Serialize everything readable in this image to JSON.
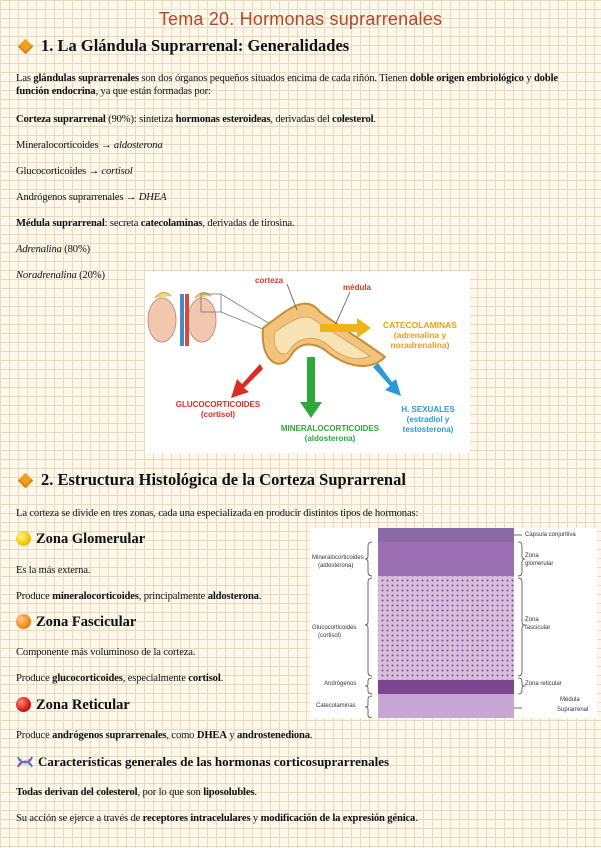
{
  "title": "Tema 20. Hormonas suprarrenales",
  "section1": {
    "heading": "1. La Glándula Suprarrenal: Generalidades",
    "intro": {
      "t1": "Las ",
      "b1": "glándulas suprarrenales",
      "t2": " son dos órganos pequeños situados encima de cada riñón. Tienen ",
      "b2": "doble origen embriológico",
      "t3": " y ",
      "b3": "doble función endocrina",
      "t4": ", ya que están formadas por:"
    },
    "cortex": {
      "b1": "Corteza suprarrenal",
      "t1": " (90%): sintetiza ",
      "b2": "hormonas esteroideas",
      "t2": ", derivadas del ",
      "b3": "colesterol",
      "t3": "."
    },
    "mineral": {
      "t": "Mineralocorticoides → ",
      "i": "aldosterona"
    },
    "gluco": {
      "t": "Glucocorticoides → ",
      "i": "cortisol"
    },
    "andro": {
      "t": "Andrógenos suprarrenales → ",
      "i": "DHEA"
    },
    "medulla": {
      "b1": "Médula suprarrenal",
      "t1": ": secreta ",
      "b2": "catecolaminas",
      "t2": ", derivadas de tirosina."
    },
    "adrenaline": {
      "i": "Adrenalina",
      "t": " (80%)"
    },
    "noradrenaline": {
      "i": "Noradrenalina",
      "t": " (20%)"
    },
    "figure": {
      "corteza": "corteza",
      "medula": "médula",
      "cate_1": "CATECOLAMINAS",
      "cate_2": "(adrenalina y",
      "cate_3": "noradrenalina)",
      "gluco_1": "GLUCOCORTICOIDES",
      "gluco_2": "(cortisol)",
      "mineral_1": "MINERALOCORTICOIDES",
      "mineral_2": "(aldosterona)",
      "sex_1": "H. SEXUALES",
      "sex_2": "(estradiol y",
      "sex_3": "testosterona)"
    }
  },
  "section2": {
    "heading": "2. Estructura Histológica de la Corteza Suprarrenal",
    "intro": "La corteza se divide en tres zonas, cada una especializada en producir distintos tipos de hormonas:",
    "glomerular": {
      "heading": "Zona Glomerular",
      "line1": "Es la más externa.",
      "t1": "Produce ",
      "b1": "mineralocorticoides",
      "t2": ", principalmente ",
      "b2": "aldosterona",
      "t3": "."
    },
    "fascicular": {
      "heading": "Zona Fascicular",
      "line1": "Componente más voluminoso de la corteza.",
      "t1": "Produce ",
      "b1": "glucocorticoides",
      "t2": ", especialmente ",
      "b2": "cortisol",
      "t3": "."
    },
    "reticular": {
      "heading": "Zona Reticular",
      "t1": "Produce ",
      "b1": "andrógenos suprarrenales",
      "t2": ", como ",
      "b2": "DHEA",
      "t3": " y ",
      "b3": "androstenediona",
      "t4": "."
    },
    "histology": {
      "left_1": "Mineralocorticoides",
      "left_1b": "(aldosterona)",
      "left_2": "Glucocorticoides",
      "left_2b": "(cortisol)",
      "left_3": "Andrógenos",
      "left_4": "Catecolaminas",
      "right_1": "Cápsula conjuntiva",
      "right_2": "Zona",
      "right_2b": "glomerular",
      "right_3": "Zona",
      "right_3b": "fascicular",
      "right_4": "Zona reticular",
      "right_5": "Médula",
      "right_6": "Suprarrenal"
    },
    "characteristics": {
      "heading": "Características generales de las hormonas corticosuprarrenales",
      "p1_b1": "Todas derivan del colesterol",
      "p1_t1": ", por lo que son ",
      "p1_b2": "liposolubles",
      "p1_t2": ".",
      "p2_t1": "Su acción se ejerce a través de ",
      "p2_b1": "receptores intracelulares",
      "p2_t2": " y ",
      "p2_b2": "modificación de la expresión génica",
      "p2_t3": "."
    }
  },
  "colors": {
    "title": "#b5482a",
    "glomerular_dot": "#f5c400",
    "fascicular_dot": "#f08a1c",
    "reticular_dot": "#d81818"
  }
}
